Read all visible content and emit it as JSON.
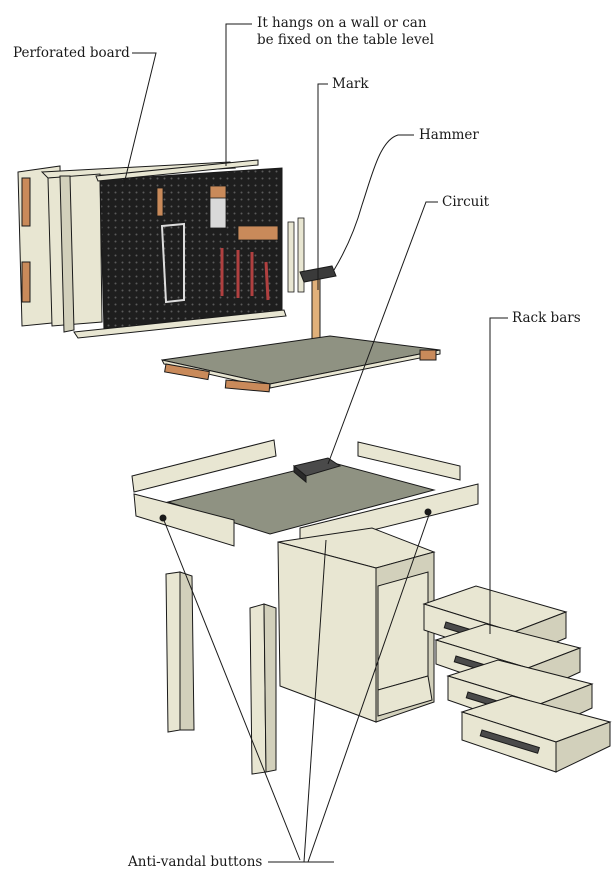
{
  "labels": {
    "perforated_board": "Perforated board",
    "wall_mount_line1": "It hangs on a wall or can",
    "wall_mount_line2": "be fixed on the table level",
    "mark": "Mark",
    "hammer": "Hammer",
    "circuit": "Circuit",
    "rack_bars": "Rack bars",
    "anti_vandal_buttons": "Anti-vandal buttons"
  },
  "colors": {
    "panel_cream": "#e8e6d2",
    "panel_shade": "#d2d0bb",
    "board_black": "#1e1e1e",
    "mat_grey": "#8f9282",
    "wood_orange": "#c98a5a",
    "outline": "#1a1a1a"
  }
}
